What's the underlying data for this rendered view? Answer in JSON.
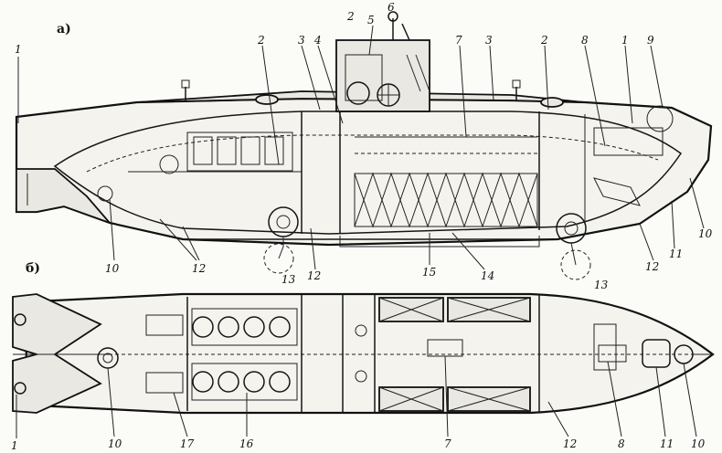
{
  "diagram": {
    "view_a": {
      "section_label": "а)",
      "callouts": [
        "1",
        "2",
        "2",
        "3",
        "3",
        "4",
        "5",
        "6",
        "7",
        "8",
        "9",
        "1",
        "2",
        "10",
        "10",
        "11",
        "12",
        "12",
        "12",
        "13",
        "13",
        "14",
        "15"
      ]
    },
    "view_b": {
      "section_label": "б)",
      "callouts": [
        "1",
        "10",
        "17",
        "16",
        "7",
        "12",
        "8",
        "11",
        "10"
      ]
    }
  }
}
